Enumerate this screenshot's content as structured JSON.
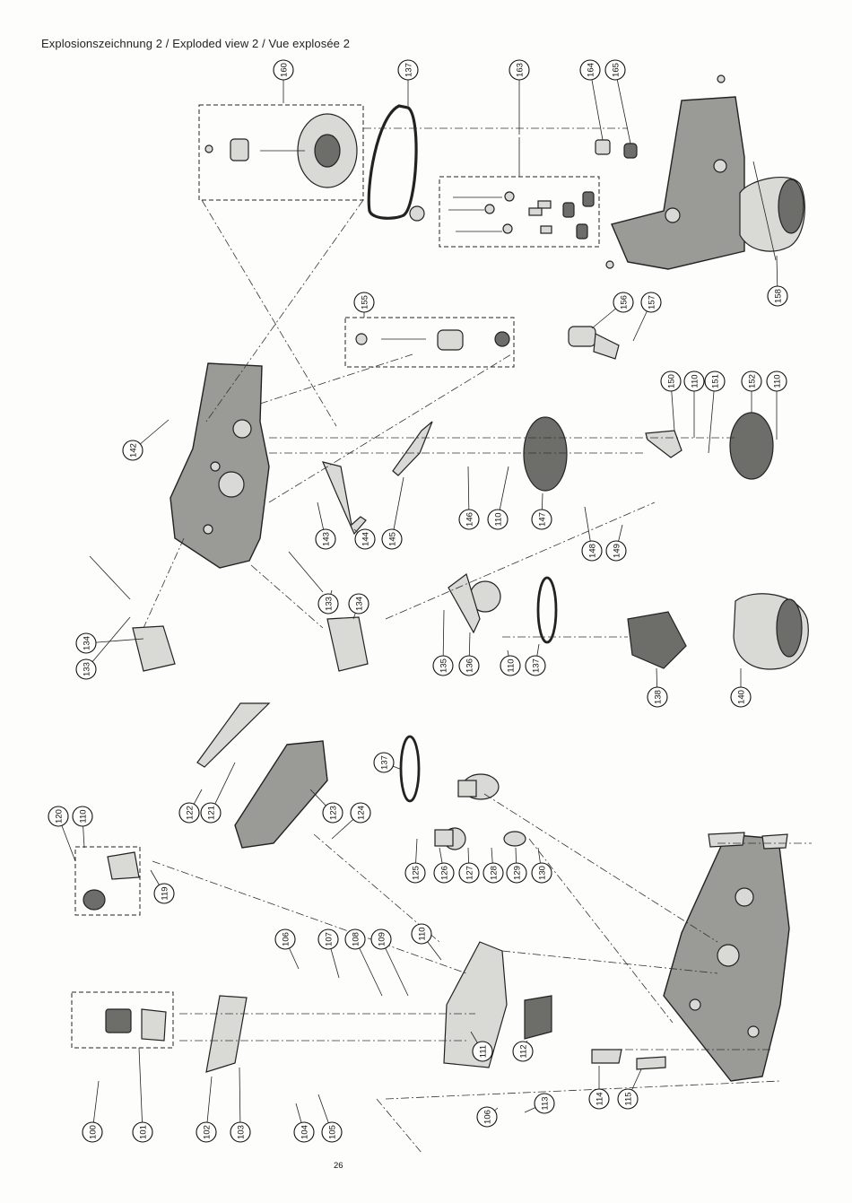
{
  "header": {
    "title": "Explosionszeichnung 2 / Exploded view 2 / Vue explosée 2"
  },
  "footer": {
    "page_number": "26"
  },
  "callouts": [
    "160",
    "137",
    "163",
    "164",
    "165",
    "158",
    "155",
    "156",
    "157",
    "150",
    "110",
    "151",
    "152",
    "110",
    "142",
    "143",
    "144",
    "145",
    "146",
    "110",
    "147",
    "148",
    "149",
    "133",
    "134",
    "133",
    "134",
    "135",
    "136",
    "110",
    "137",
    "138",
    "140",
    "121",
    "122",
    "123",
    "124",
    "137",
    "125",
    "126",
    "127",
    "128",
    "129",
    "130",
    "120",
    "110",
    "119",
    "110",
    "106",
    "107",
    "108",
    "109",
    "100",
    "101",
    "102",
    "103",
    "104",
    "105",
    "111",
    "112",
    "106",
    "113",
    "114",
    "115"
  ]
}
